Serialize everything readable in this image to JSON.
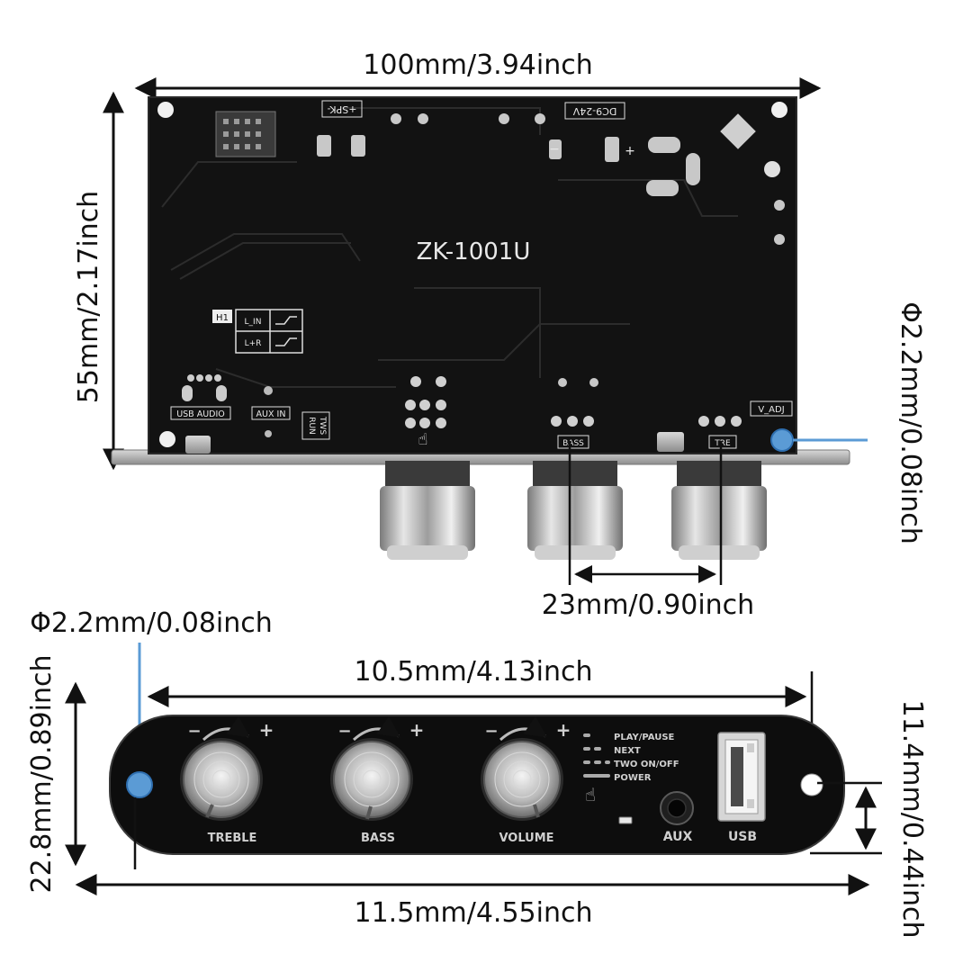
{
  "dimensions": {
    "board_width": "100mm/3.94inch",
    "board_height": "55mm/2.17inch",
    "hole_diameter_top": "Φ2.2mm/0.08inch",
    "knob_spacing": "23mm/0.90inch",
    "hole_diameter_panel": "Φ2.2mm/0.08inch",
    "panel_inner_width": "10.5mm/4.13inch",
    "panel_height": "22.8mm/0.89inch",
    "panel_hole_offset": "11.4mm/0.44inch",
    "panel_total_width": "11.5mm/4.55inch"
  },
  "pcb": {
    "model": "ZK-1001U",
    "spk_label": "+SPK-",
    "dc_label": "DC9-24V",
    "minus_mark": "−",
    "plus_mark": "+",
    "h1_label": "H1",
    "l_in_label": "L_IN",
    "l_r_label": "L+R",
    "usb_audio_label": "USB AUDIO",
    "aux_in_label": "AUX IN",
    "tws_label": "TWS",
    "run_label": "RUN",
    "bass_label": "BASS",
    "tre_label": "TRE",
    "v_adj_label": "V_ADJ"
  },
  "panel": {
    "knob_labels": [
      "TREBLE",
      "BASS",
      "VOLUME"
    ],
    "minus_sign": "−",
    "plus_sign": "+",
    "functions": [
      "PLAY/PAUSE",
      "NEXT",
      "TWO ON/OFF",
      "POWER"
    ],
    "aux_label": "AUX",
    "usb_label": "USB"
  },
  "colors": {
    "pcb": "#111111",
    "panel": "#0d0d0d",
    "marker": "#5b9bd5",
    "dimension_line": "#111111"
  }
}
